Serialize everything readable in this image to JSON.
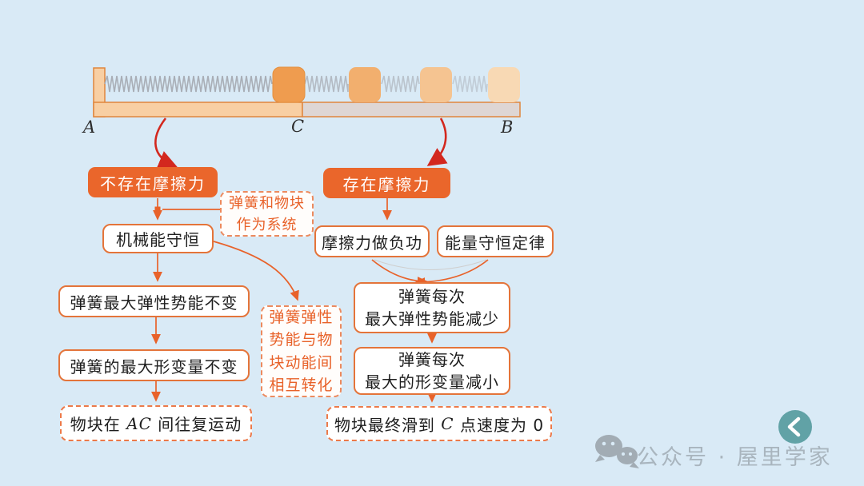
{
  "colors": {
    "background": "#D9EAF6",
    "accent_orange": "#EA662B",
    "box_border_orange": "#E4743A",
    "dashed_note_text": "#E8622A",
    "red_arrow": "#D3281E",
    "track_smooth_peach": "#F8CFA3",
    "track_rough_gray": "#DED6D4",
    "track_border": "#E0853C",
    "spring_gray": "#A9AEB6",
    "block_colors": [
      "#EF9C4F",
      "#F2AF6E",
      "#F5C491",
      "#F8D9B4"
    ],
    "watermark_gray": "#A9B5BE",
    "badge_teal": "#61A2A6"
  },
  "diagram": {
    "label_a": "A",
    "label_c": "C",
    "label_b": "B"
  },
  "flowchart": {
    "no_friction": "不存在摩擦力",
    "friction": "存在摩擦力",
    "system_note_line1": "弹簧和物块",
    "system_note_line2": "作为系统",
    "mechanical": "机械能守恒",
    "friction_negative_work": "摩擦力做负功",
    "energy_conservation_law": "能量守恒定律",
    "left_pe_unchanged": "弹簧最大弹性势能不变",
    "left_deform_unchanged": "弹簧的最大形变量不变",
    "left_final_prefix": "物块在 ",
    "left_final_var": "AC",
    "left_final_suffix": " 间往复运动",
    "convert_note_line1": "弹簧弹性",
    "convert_note_line2": "势能与物",
    "convert_note_line3": "块动能间",
    "convert_note_line4": "相互转化",
    "right_pe_line1": "弹簧每次",
    "right_pe_line2": "最大弹性势能减少",
    "right_deform_line1": "弹簧每次",
    "right_deform_line2": "最大的形变量减小",
    "right_final_prefix": "物块最终滑到 ",
    "right_final_var": "C",
    "right_final_suffix": " 点速度为 0"
  },
  "watermark": {
    "account_text": "公众号 · 屋里学家"
  }
}
